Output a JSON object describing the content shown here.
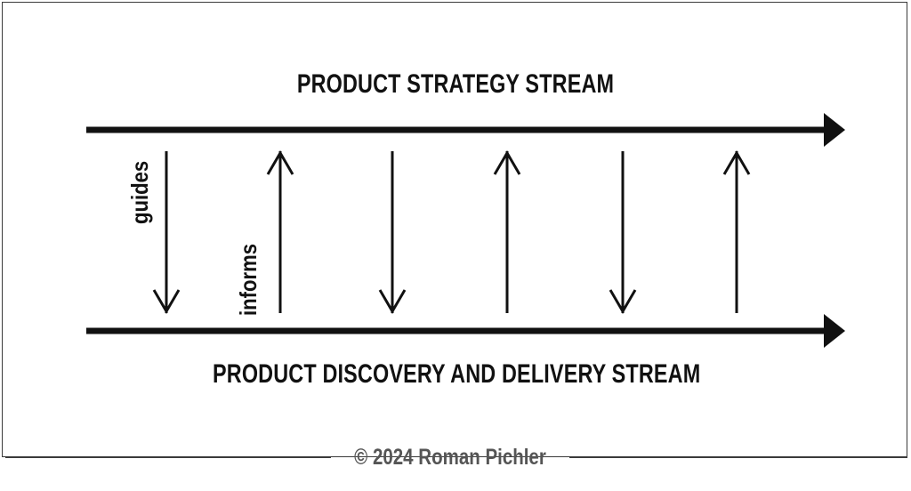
{
  "top_stream": {
    "title": "PRODUCT STRATEGY STREAM"
  },
  "bottom_stream": {
    "title": "PRODUCT DISCOVERY AND DELIVERY STREAM"
  },
  "arrow_labels": {
    "down": "guides",
    "up": "informs"
  },
  "arrows": [
    {
      "direction": "down",
      "label": "guides"
    },
    {
      "direction": "up",
      "label": "informs"
    },
    {
      "direction": "down"
    },
    {
      "direction": "up"
    },
    {
      "direction": "down"
    },
    {
      "direction": "up"
    }
  ],
  "footer": {
    "copyright": "© 2024 Roman Pichler"
  },
  "colors": {
    "ink": "#111111",
    "frame": "#3a3a3a",
    "footer_text": "#555555",
    "background": "#ffffff"
  }
}
